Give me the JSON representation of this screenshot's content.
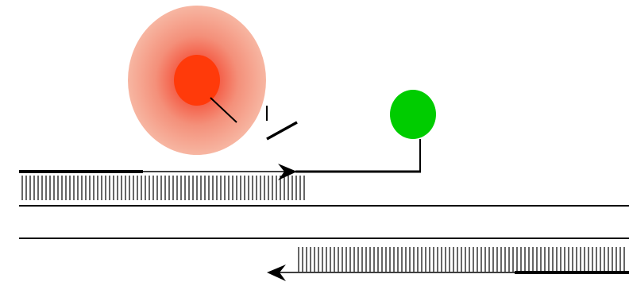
{
  "diagram": {
    "description_elements": [],
    "colors": {
      "background": "#ffffff",
      "strand": "#000000",
      "quencher_halo_outer": "#f6b7a3",
      "quencher_halo_inner": "#f0604a",
      "quencher_core": "#ff3300",
      "reporter_dye": "#00cc00",
      "hatch": "#000000"
    },
    "icons": {
      "quencher": "red-glow-circle",
      "reporter": "green-circle",
      "arrow_right": "arrowhead-right",
      "arrow_left": "arrowhead-left"
    }
  }
}
